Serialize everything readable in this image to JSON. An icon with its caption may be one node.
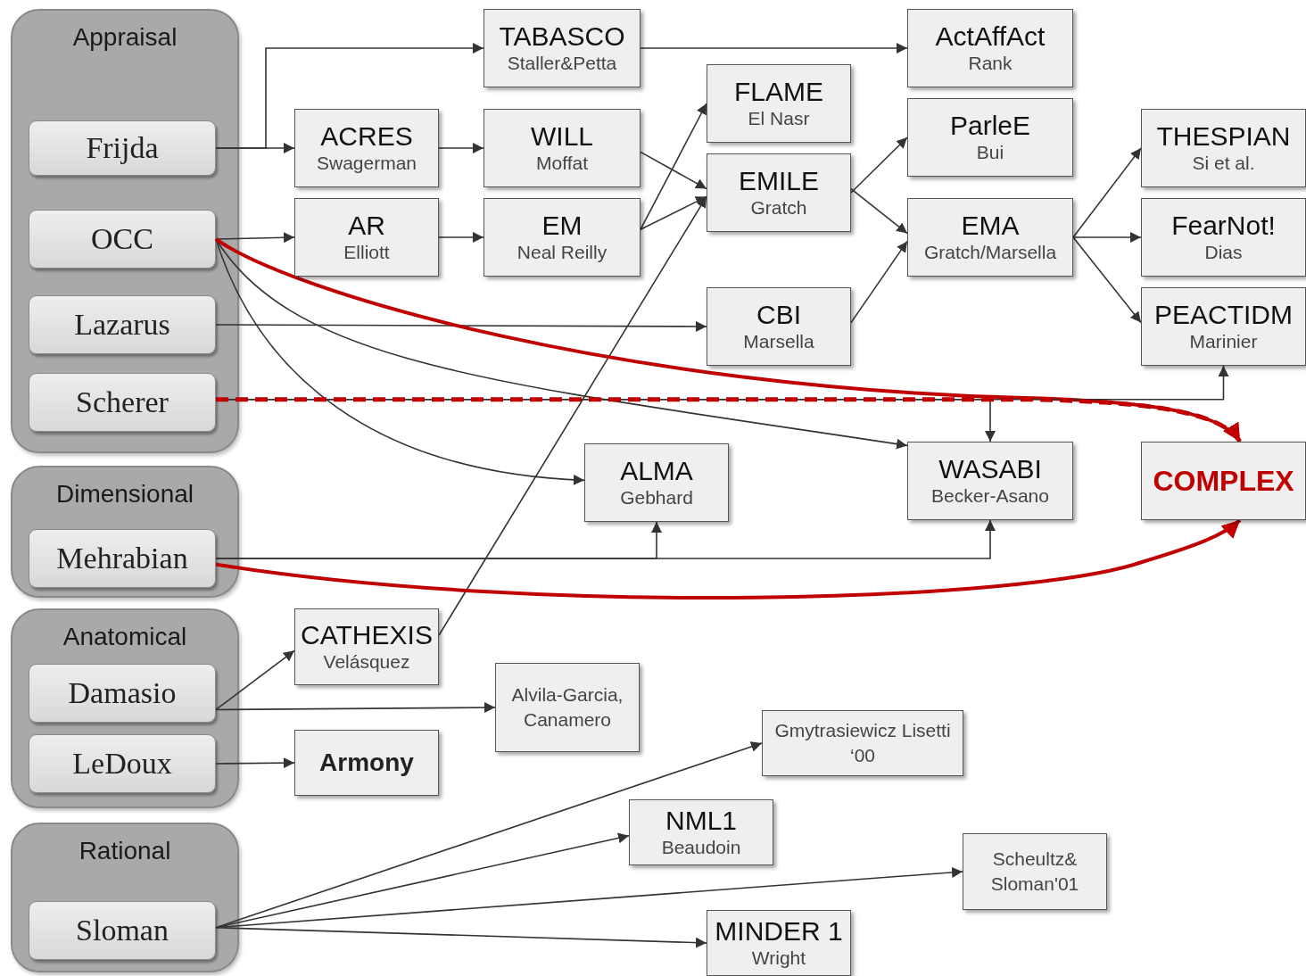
{
  "diagram": {
    "nodes": [
      {
        "text": [
          "Appraisal"
        ]
      },
      {
        "text": [
          "Frijda"
        ],
        "in": 0
      },
      {
        "text": [
          "OCC"
        ],
        "in": 0
      },
      {
        "text": [
          "Lazarus"
        ],
        "in": 0
      },
      {
        "text": [
          "Scherer"
        ],
        "in": 0
      },
      {
        "text": [
          "Dimensional"
        ]
      },
      {
        "text": [
          "Mehrabian"
        ],
        "in": 5
      },
      {
        "text": [
          "Anatomical"
        ]
      },
      {
        "text": [
          "Damasio"
        ],
        "in": 7
      },
      {
        "text": [
          "LeDoux"
        ],
        "in": 7
      },
      {
        "text": [
          "Rational"
        ]
      },
      {
        "text": [
          "Sloman"
        ],
        "in": 10
      },
      {
        "text": [
          "TABASCO",
          "Staller&Petta"
        ]
      },
      {
        "text": [
          "ActAffAct",
          "Rank"
        ]
      },
      {
        "text": [
          "ACRES",
          "Swagerman"
        ]
      },
      {
        "text": [
          "WILL",
          "Moffat"
        ]
      },
      {
        "text": [
          "FLAME",
          "El Nasr"
        ]
      },
      {
        "text": [
          "EMILE",
          "Gratch"
        ]
      },
      {
        "text": [
          "ParleE",
          "Bui"
        ]
      },
      {
        "text": [
          "THESPIAN",
          "Si et al."
        ]
      },
      {
        "text": [
          "AR",
          "Elliott"
        ]
      },
      {
        "text": [
          "EM",
          "Neal Reilly"
        ]
      },
      {
        "text": [
          "EMA",
          "Gratch/Marsella"
        ]
      },
      {
        "text": [
          "FearNot!",
          "Dias"
        ]
      },
      {
        "text": [
          "CBI",
          "Marsella"
        ]
      },
      {
        "text": [
          "PEACTIDM",
          "Marinier"
        ]
      },
      {
        "text": [
          "ALMA",
          "Gebhard"
        ]
      },
      {
        "text": [
          "WASABI",
          "Becker-Asano"
        ]
      },
      {
        "text": [
          "COMPLEX"
        ]
      },
      {
        "text": [
          "CATHEXIS",
          "Velásquez"
        ]
      },
      {
        "text": [
          "Alvila-Garcia, Canamero"
        ]
      },
      {
        "text": [
          "Armony"
        ]
      },
      {
        "text": [
          "Gmytrasiewicz Lisetti ‘00"
        ]
      },
      {
        "text": [
          "NML1",
          "Beaudoin"
        ]
      },
      {
        "text": [
          "Scheultz& Sloman'01"
        ]
      },
      {
        "text": [
          "MINDER 1",
          "Wright"
        ]
      }
    ],
    "edges": [
      {
        "from": 1,
        "to": 12,
        "arrow": "to"
      },
      {
        "from": 1,
        "to": 14,
        "arrow": "to"
      },
      {
        "from": 12,
        "to": 13,
        "arrow": "to"
      },
      {
        "from": 14,
        "to": 15,
        "arrow": "to"
      },
      {
        "from": 15,
        "to": 17,
        "arrow": "to"
      },
      {
        "from": 2,
        "to": 20,
        "arrow": "to"
      },
      {
        "from": 20,
        "to": 21,
        "arrow": "to"
      },
      {
        "from": 21,
        "to": 16,
        "arrow": "to"
      },
      {
        "from": 21,
        "to": 17,
        "arrow": "to"
      },
      {
        "from": 29,
        "to": 17,
        "arrow": "to"
      },
      {
        "from": 17,
        "to": 18,
        "arrow": "to"
      },
      {
        "from": 17,
        "to": 22,
        "arrow": "to"
      },
      {
        "from": 24,
        "to": 22,
        "arrow": "to"
      },
      {
        "from": 22,
        "to": 19,
        "arrow": "to"
      },
      {
        "from": 22,
        "to": 23,
        "arrow": "to"
      },
      {
        "from": 22,
        "to": 25,
        "arrow": "to"
      },
      {
        "from": 3,
        "to": 24,
        "arrow": "to"
      },
      {
        "from": 2,
        "to": 26,
        "arrow": "to"
      },
      {
        "from": 2,
        "to": 27,
        "arrow": "to"
      },
      {
        "from": 2,
        "to": 28,
        "arrow": "to",
        "style": "thick",
        "color": "#c00000"
      },
      {
        "from": 4,
        "to": 25,
        "arrow": "to"
      },
      {
        "from": 4,
        "to": 27,
        "arrow": "to"
      },
      {
        "from": 4,
        "to": 28,
        "arrow": "to",
        "style": "dashed",
        "color": "#c00000"
      },
      {
        "from": 6,
        "to": 26,
        "arrow": "to"
      },
      {
        "from": 6,
        "to": 27,
        "arrow": "to"
      },
      {
        "from": 6,
        "to": 28,
        "arrow": "to",
        "style": "thick",
        "color": "#c00000"
      },
      {
        "from": 8,
        "to": 29,
        "arrow": "to"
      },
      {
        "from": 8,
        "to": 30,
        "arrow": "to"
      },
      {
        "from": 9,
        "to": 31,
        "arrow": "to"
      },
      {
        "from": 11,
        "to": 32,
        "arrow": "to"
      },
      {
        "from": 11,
        "to": 33,
        "arrow": "to"
      },
      {
        "from": 11,
        "to": 34,
        "arrow": "to"
      },
      {
        "from": 11,
        "to": 35,
        "arrow": "to"
      }
    ]
  }
}
